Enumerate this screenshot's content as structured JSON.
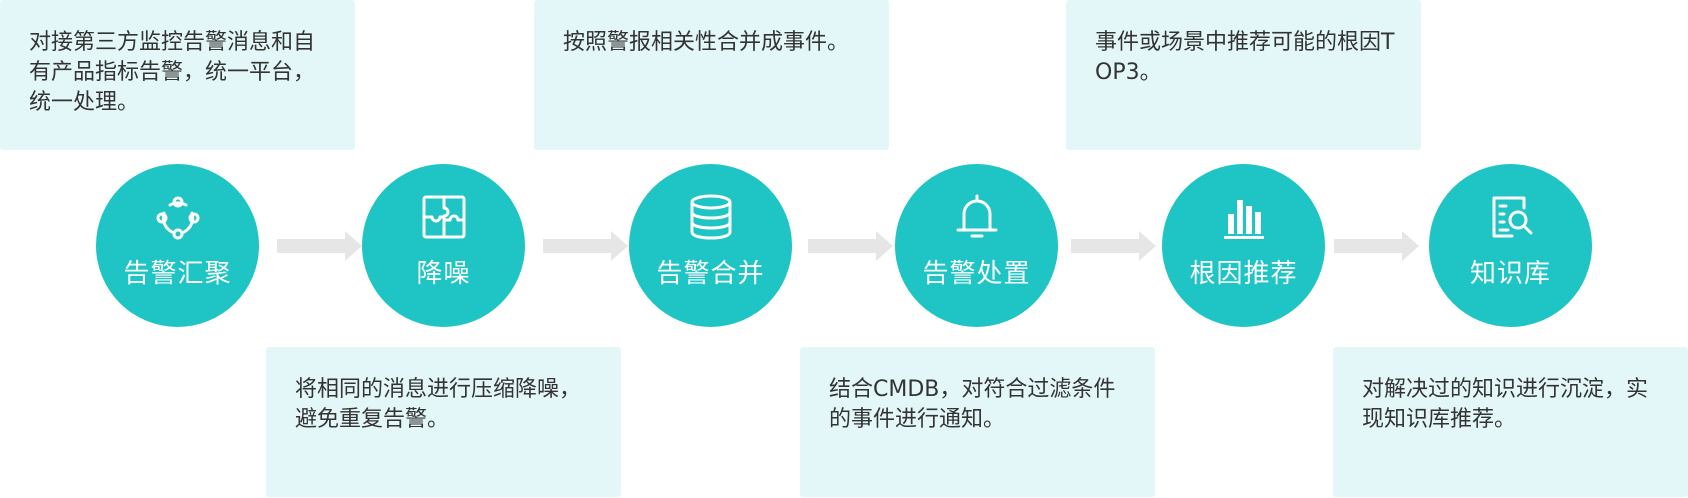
{
  "colors": {
    "circle": "#1fc4c4",
    "box": "#e3f7f9",
    "arrow": "#e6e6e6",
    "text": "#333333"
  },
  "steps": [
    {
      "label": "告警汇聚",
      "icon": "network-nodes-icon",
      "desc": "对接第三方监控告警消息和自有产品指标告警，统一平台，统一处理。"
    },
    {
      "label": "降噪",
      "icon": "puzzle-icon",
      "desc": "将相同的消息进行压缩降噪，避免重复告警。"
    },
    {
      "label": "告警合并",
      "icon": "database-icon",
      "desc": "按照警报相关性合并成事件。"
    },
    {
      "label": "告警处置",
      "icon": "bell-icon",
      "desc": "结合CMDB，对符合过滤条件的事件进行通知。"
    },
    {
      "label": "根因推荐",
      "icon": "bar-chart-icon",
      "desc": "事件或场景中推荐可能的根因TOP3。"
    },
    {
      "label": "知识库",
      "icon": "document-search-icon",
      "desc": "对解决过的知识进行沉淀，实现知识库推荐。"
    }
  ]
}
